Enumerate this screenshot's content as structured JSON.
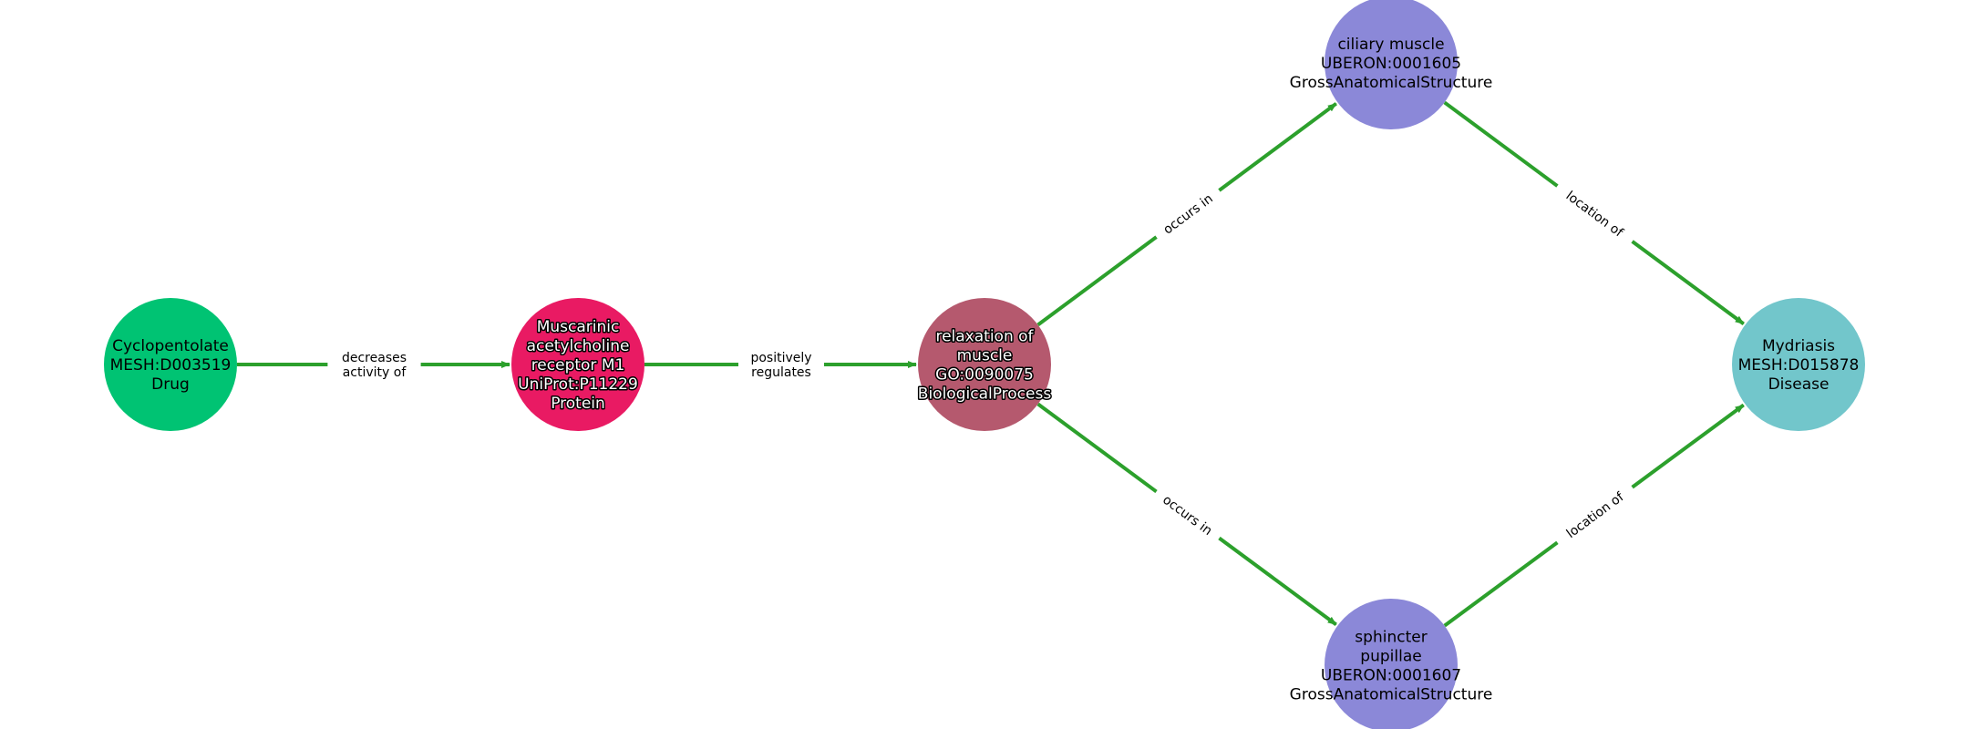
{
  "graph": {
    "edge_color": "#2ca02c",
    "nodes": [
      {
        "id": "drug",
        "lines": [
          "Cyclopentolate",
          "MESH:D003519",
          "Drug"
        ],
        "color": "#00c373",
        "outlined": false
      },
      {
        "id": "protein",
        "lines": [
          "Muscarinic",
          "acetylcholine",
          "receptor M1",
          "UniProt:P11229",
          "Protein"
        ],
        "color": "#e91a63",
        "outlined": true
      },
      {
        "id": "process",
        "lines": [
          "relaxation of",
          "muscle",
          "GO:0090075",
          "BiologicalProcess"
        ],
        "color": "#b5596e",
        "outlined": true
      },
      {
        "id": "ciliary",
        "lines": [
          "ciliary muscle",
          "UBERON:0001605",
          "GrossAnatomicalStructure"
        ],
        "color": "#8b88d8",
        "outlined": false
      },
      {
        "id": "sphincter",
        "lines": [
          "sphincter",
          "pupillae",
          "UBERON:0001607",
          "GrossAnatomicalStructure"
        ],
        "color": "#8b88d8",
        "outlined": false
      },
      {
        "id": "disease",
        "lines": [
          "Mydriasis",
          "MESH:D015878",
          "Disease"
        ],
        "color": "#72c6cb",
        "outlined": false
      }
    ],
    "edges": [
      {
        "source": "drug",
        "target": "protein",
        "lines": [
          "decreases",
          "activity of"
        ]
      },
      {
        "source": "protein",
        "target": "process",
        "lines": [
          "positively",
          "regulates"
        ]
      },
      {
        "source": "process",
        "target": "ciliary",
        "lines": [
          "occurs in"
        ]
      },
      {
        "source": "process",
        "target": "sphincter",
        "lines": [
          "occurs in"
        ]
      },
      {
        "source": "ciliary",
        "target": "disease",
        "lines": [
          "location of"
        ]
      },
      {
        "source": "sphincter",
        "target": "disease",
        "lines": [
          "location of"
        ]
      }
    ]
  }
}
